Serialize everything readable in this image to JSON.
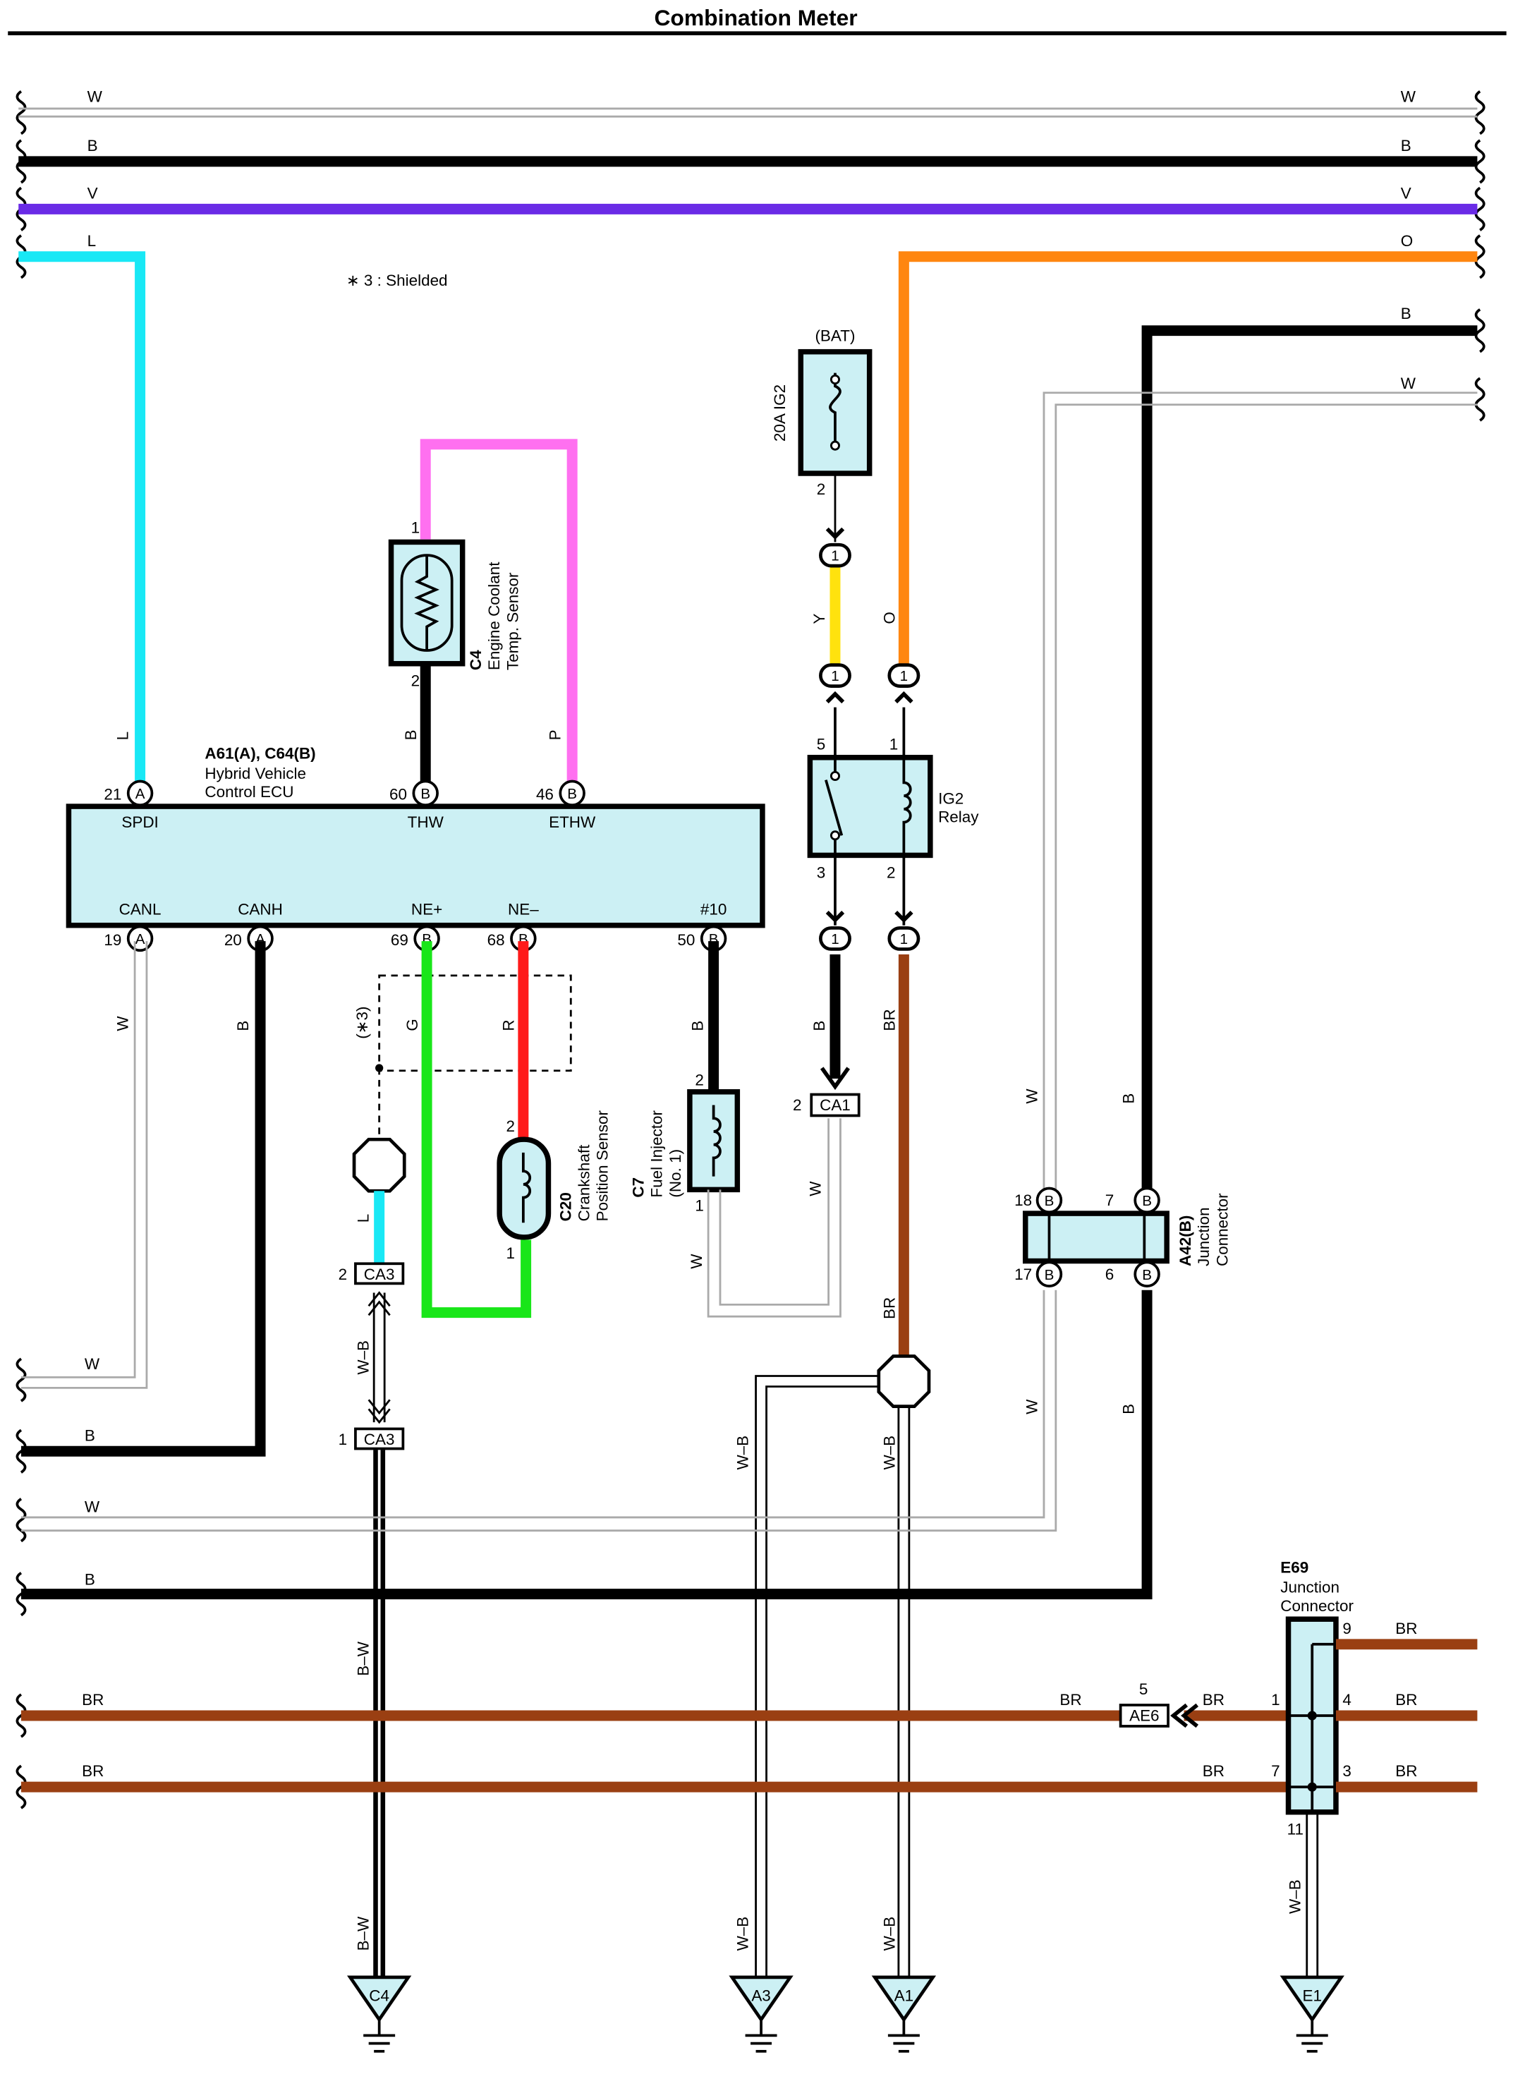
{
  "title": "Combination Meter",
  "note": "∗ 3 : Shielded",
  "colors": {
    "W": "#c8c8c8",
    "B": "#000000",
    "V": "#6a2be6",
    "L": "#19e8f5",
    "O": "#ff8610",
    "P": "#ff70f0",
    "Y": "#ffe20e",
    "G": "#19e619",
    "R": "#ff1a1a",
    "BR": "#9a3f12",
    "panel": "#ccf0f4"
  },
  "bus": {
    "w": "W",
    "b": "B",
    "v": "V",
    "l": "L",
    "o": "O",
    "b2": "B",
    "w2": "W"
  },
  "bottom_bus": {
    "w": "W",
    "b": "B",
    "br1": "BR",
    "br2": "BR"
  },
  "ecu": {
    "id": "A61(A), C64(B)",
    "name1": "Hybrid Vehicle",
    "name2": "Control ECU",
    "top_pins": [
      {
        "num": "21",
        "conn": "A",
        "term": "SPDI"
      },
      {
        "num": "60",
        "conn": "B",
        "term": "THW"
      },
      {
        "num": "46",
        "conn": "B",
        "term": "ETHW"
      }
    ],
    "bottom_pins": [
      {
        "num": "19",
        "conn": "A",
        "term": "CANL"
      },
      {
        "num": "20",
        "conn": "A",
        "term": "CANH"
      },
      {
        "num": "69",
        "conn": "B",
        "term": "NE+"
      },
      {
        "num": "68",
        "conn": "B",
        "term": "NE–"
      },
      {
        "num": "50",
        "conn": "B",
        "term": "#10"
      }
    ]
  },
  "coolant_sensor": {
    "id": "C4",
    "name1": "Engine Coolant",
    "name2": "Temp. Sensor",
    "pin1": "1",
    "pin2": "2"
  },
  "wire_labels": {
    "l": "L",
    "b_thw": "B",
    "p": "P",
    "w_canl": "W",
    "b_canh": "B",
    "g": "G",
    "r": "R",
    "shield": "(∗3)",
    "b_inj": "B",
    "l_shield": "L",
    "w_b": "W–B",
    "b_w": "B–W",
    "w_inj": "W",
    "w_ca1": "W",
    "y": "Y",
    "o": "O",
    "b_relay": "B",
    "br_relay": "BR",
    "br_lower": "BR",
    "w_b_a3": "W–B",
    "w_b_a1": "W–B",
    "w_jc_top": "W",
    "b_jc_top": "B",
    "w_jc_bot": "W",
    "b_jc_bot": "B",
    "w_b_e1": "W–B",
    "b_w_bottom": "B–W",
    "w_b_a3_bottom": "W–B",
    "w_b_a1_bottom": "W–B"
  },
  "crankshaft_sensor": {
    "id": "C20",
    "name1": "Crankshaft",
    "name2": "Position Sensor",
    "pin1": "1",
    "pin2": "2"
  },
  "injector": {
    "id": "C7",
    "name1": "Fuel Injector",
    "name2": "(No. 1)",
    "pin1": "1",
    "pin2": "2"
  },
  "fuse": {
    "source": "(BAT)",
    "name": "20A IG2",
    "pin": "2"
  },
  "relay": {
    "name1": "IG2",
    "name2": "Relay",
    "pin5": "5",
    "pin1": "1",
    "pin3": "3",
    "pin2": "2"
  },
  "connectors": {
    "ca1": "CA1",
    "ca1_pin": "2",
    "ca3_top": "CA3",
    "ca3_top_pin": "2",
    "ca3_bot": "CA3",
    "ca3_bot_pin": "1",
    "ae6": "AE6",
    "ae6_pin": "5",
    "inline_pin": "1"
  },
  "junction_a42": {
    "id": "A42(B)",
    "name1": "Junction",
    "name2": "Connector",
    "pins": [
      "18",
      "7",
      "17",
      "6"
    ],
    "conn": "B"
  },
  "junction_e69": {
    "id": "E69",
    "name1": "Junction",
    "name2": "Connector",
    "pins": [
      "9",
      "1",
      "4",
      "7",
      "3",
      "11"
    ],
    "br_labels": [
      "BR",
      "BR",
      "BR",
      "BR",
      "BR",
      "BR"
    ]
  },
  "grounds": [
    "C4",
    "A3",
    "A1",
    "E1"
  ]
}
